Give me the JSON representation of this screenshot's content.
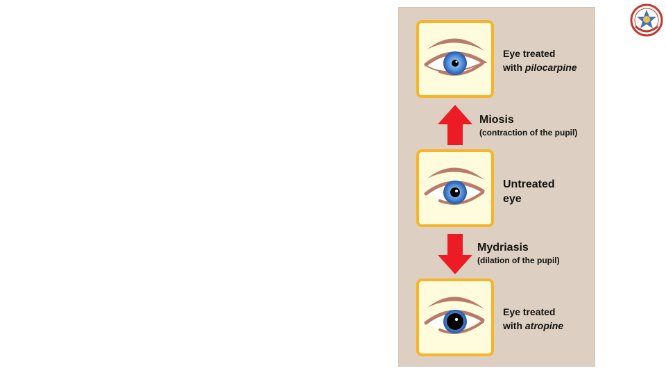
{
  "panel": {
    "top": {
      "line1": "Eye treated",
      "line2_prefix": "with ",
      "line2_drug": "pilocarpine"
    },
    "middle": {
      "line1": "Untreated",
      "line2": "eye"
    },
    "bottom": {
      "line1": "Eye treated",
      "line2_prefix": "with ",
      "line2_drug": "atropine"
    },
    "miosis": {
      "title": "Miosis",
      "desc": "(contraction of the pupil)"
    },
    "mydriasis": {
      "title": "Mydriasis",
      "desc": "(dilation of the pupil)"
    }
  },
  "colors": {
    "panel_bg": "#ddd0c2",
    "box_border": "#f6b42a",
    "box_bg": "#fffbdd",
    "arrow": "#ec1c24",
    "iris": "#3d7cc9",
    "lid": "#b97a6a"
  }
}
